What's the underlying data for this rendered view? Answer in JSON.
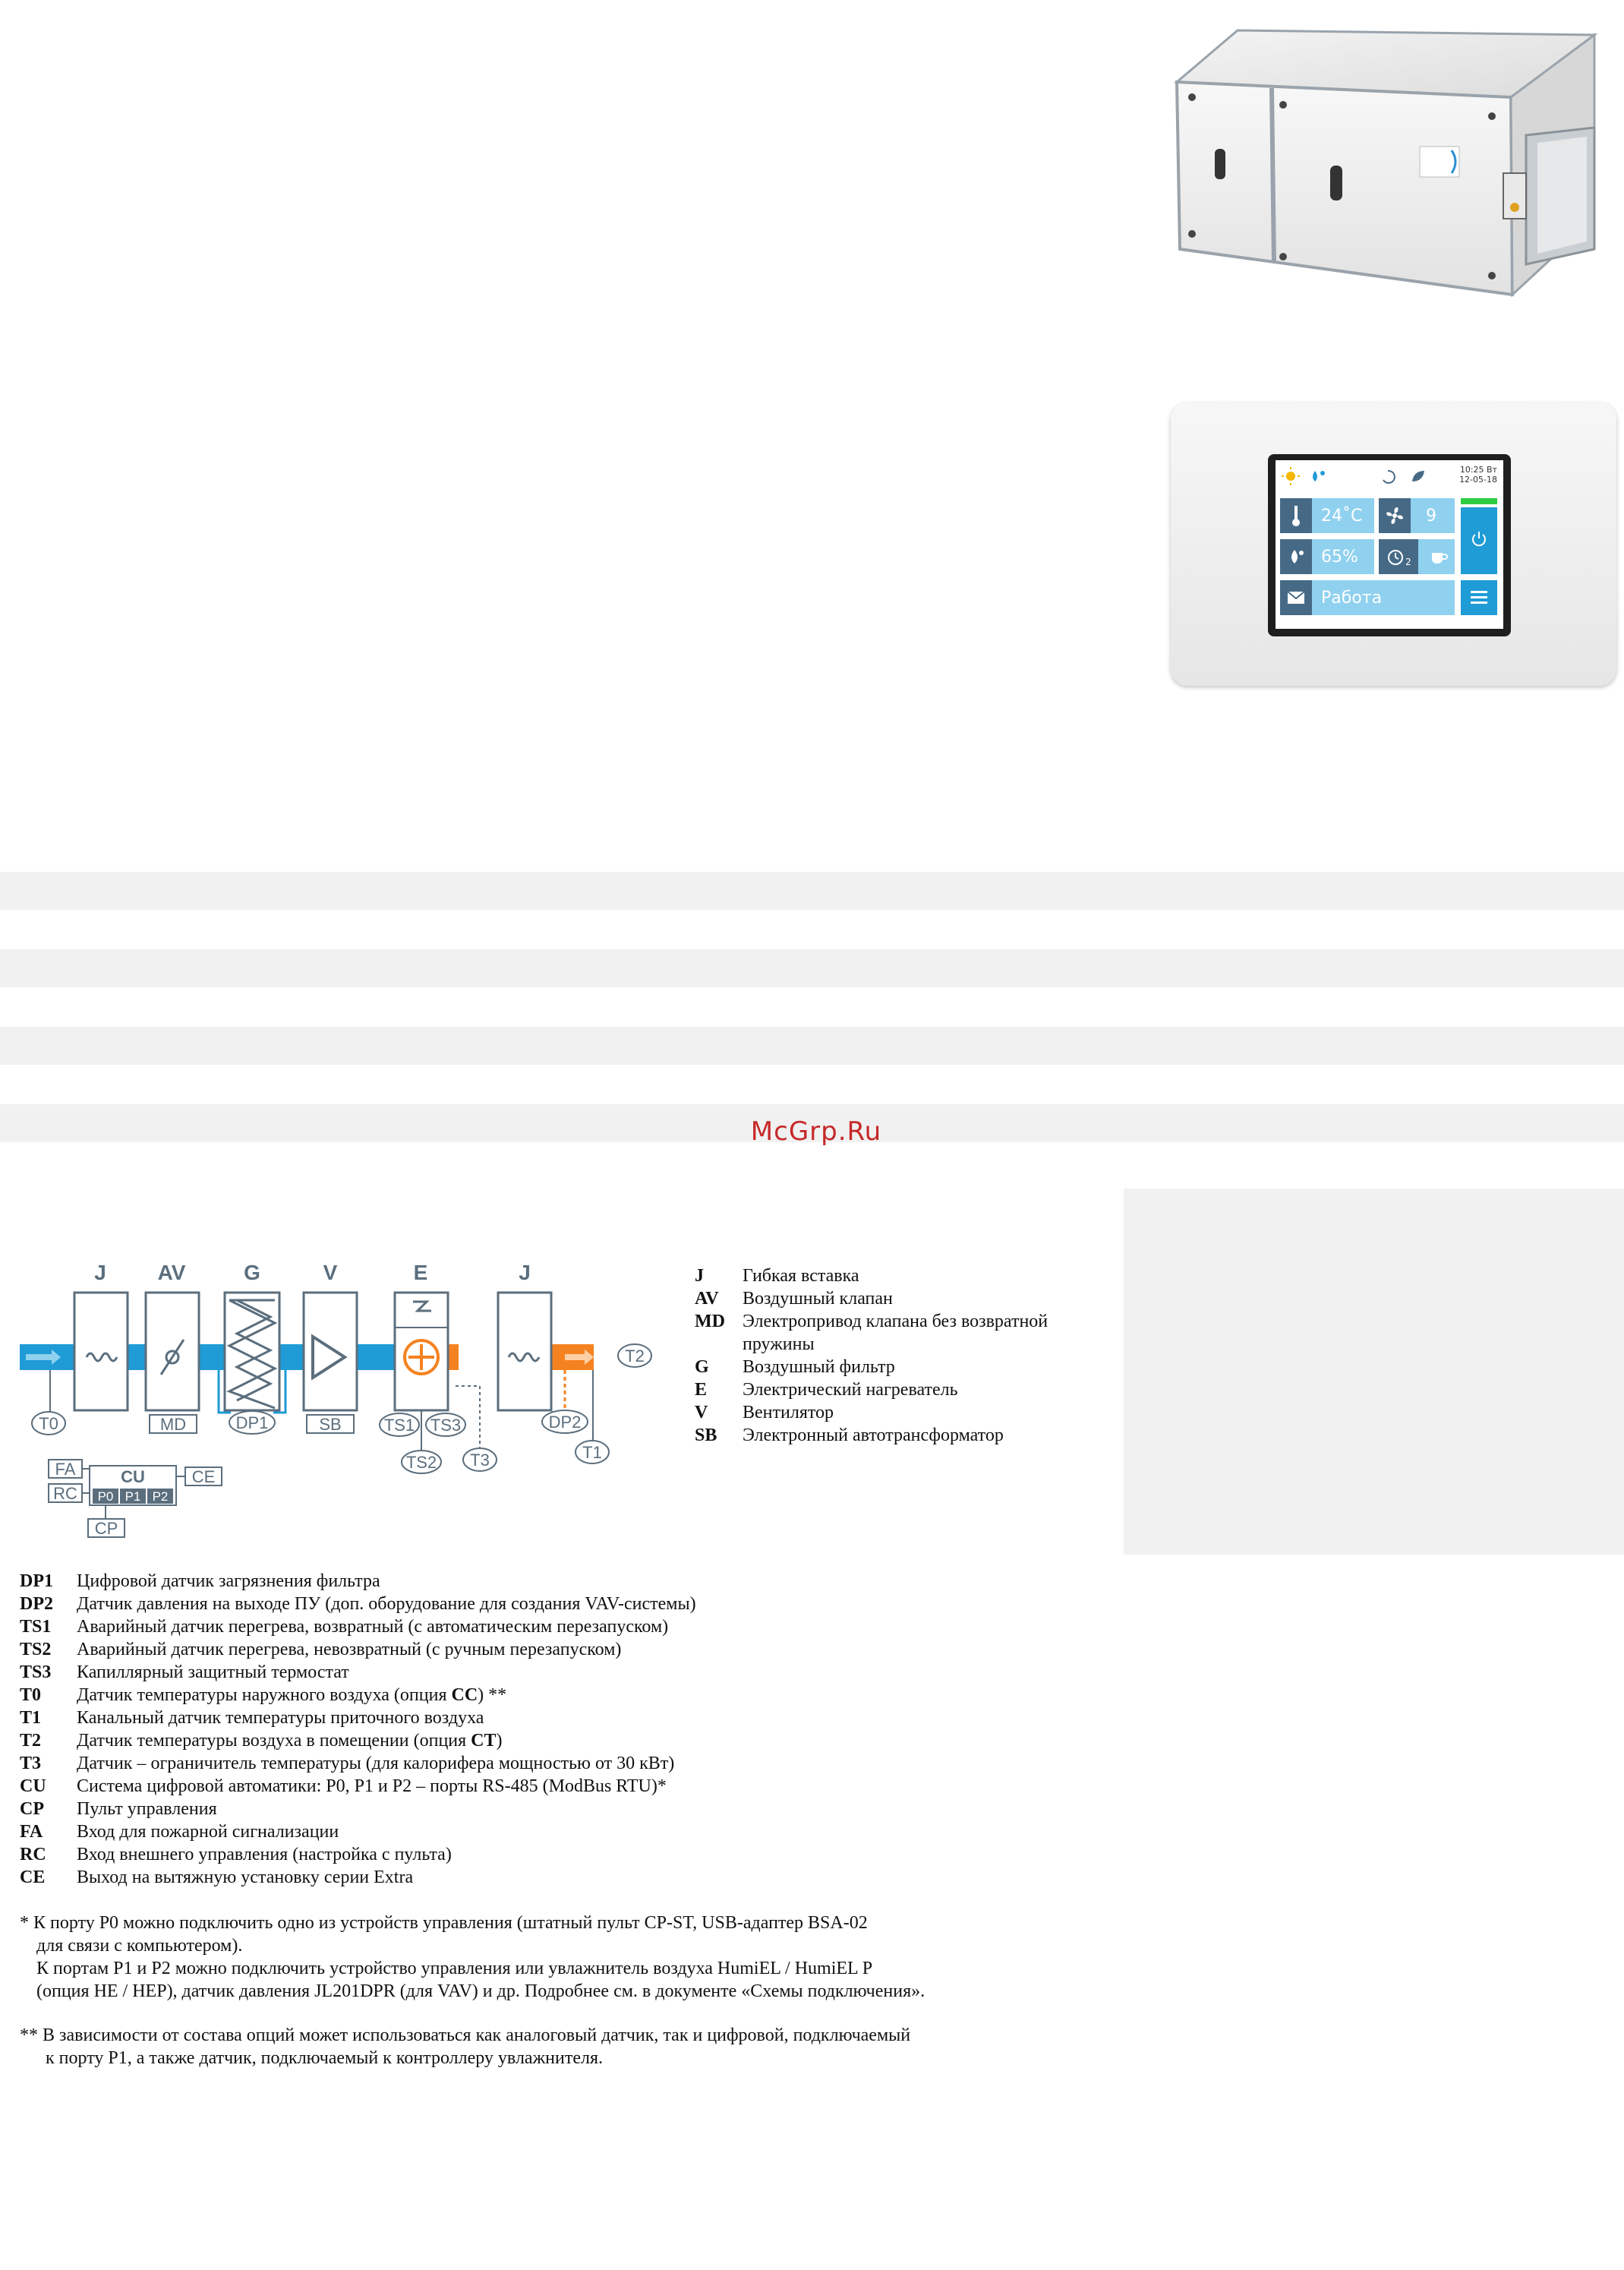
{
  "watermark": "McGrp.Ru",
  "controller": {
    "clock_time": "10:25 Вт",
    "clock_date": "12-05-18",
    "temperature": "24˚С",
    "fan_speed": "9",
    "humidity": "65%",
    "timer_index": "2",
    "status": "Работа"
  },
  "diagram": {
    "blocks": [
      "J",
      "AV",
      "G",
      "V",
      "E",
      "J"
    ],
    "sensors": {
      "t0": "T0",
      "t1": "T1",
      "t2": "T2",
      "t3": "T3",
      "dp1": "DP1",
      "dp2": "DP2",
      "ts1": "TS1",
      "ts2": "TS2",
      "ts3": "TS3",
      "md": "MD",
      "sb": "SB"
    },
    "control": {
      "fa": "FA",
      "rc": "RC",
      "cu": "CU",
      "ce": "CE",
      "cp": "CP",
      "ports": [
        "P0",
        "P1",
        "P2"
      ]
    }
  },
  "legend": [
    {
      "code": "J",
      "desc": "Гибкая вставка"
    },
    {
      "code": "AV",
      "desc": "Воздушный клапан"
    },
    {
      "code": "MD",
      "desc": "Электропривод клапана без возвратной пружины"
    },
    {
      "code": "G",
      "desc": "Воздушный фильтр"
    },
    {
      "code": "E",
      "desc": "Электрический нагреватель"
    },
    {
      "code": "V",
      "desc": "Вентилятор"
    },
    {
      "code": "SB",
      "desc": "Электронный автотрансформатор"
    }
  ],
  "list": [
    {
      "code": "DP1",
      "desc": "Цифровой датчик загрязнения фильтра"
    },
    {
      "code": "DP2",
      "desc": "Датчик давления на выходе ПУ (доп. оборудование для создания VAV-системы)"
    },
    {
      "code": "TS1",
      "desc": "Аварийный датчик перегрева, возвратный (с автоматическим перезапуском)"
    },
    {
      "code": "TS2",
      "desc": "Аварийный датчик перегрева, невозвратный (с ручным перезапуском)"
    },
    {
      "code": "TS3",
      "desc": "Капиллярный защитный термостат"
    },
    {
      "code": "T0",
      "desc_pre": "Датчик температуры наружного воздуха (опция ",
      "desc_bold": "CC",
      "desc_post": ") **"
    },
    {
      "code": "T1",
      "desc": "Канальный датчик температуры приточного воздуха"
    },
    {
      "code": "T2",
      "desc_pre": "Датчик температуры воздуха в помещении (опция ",
      "desc_bold": "CT",
      "desc_post": ")"
    },
    {
      "code": "T3",
      "desc": "Датчик – ограничитель температуры (для калорифера мощностью от 30 кВт)"
    },
    {
      "code": "CU",
      "desc": "Система цифровой автоматики: P0, P1 и P2 – порты RS-485 (ModBus RTU)*"
    },
    {
      "code": "CP",
      "desc": "Пульт управления"
    },
    {
      "code": "FA",
      "desc": "Вход для пожарной сигнализации"
    },
    {
      "code": "RC",
      "desc": "Вход внешнего управления (настройка с пульта)"
    },
    {
      "code": "CE",
      "desc": "Выход на вытяжную установку серии Extra"
    }
  ],
  "note1": [
    "* К порту P0 можно подключить одно из устройств управления (штатный пульт CP-ST, USB-адаптер BSA-02",
    "для связи с компьютером).",
    "К портам P1 и P2 можно подключить устройство управления или увлажнитель воздуха HumiEL /  HumiEL P",
    "(опция HE / HEP), датчик давления JL201DPR (для VAV) и др. Подробнее см. в документе «Схемы подключения»."
  ],
  "note2": [
    "** В зависимости от состава опций может использоваться как аналоговый датчик, так и цифровой, подключаемый",
    "к порту P1, а также датчик, подключаемый к контроллеру увлажнителя."
  ]
}
